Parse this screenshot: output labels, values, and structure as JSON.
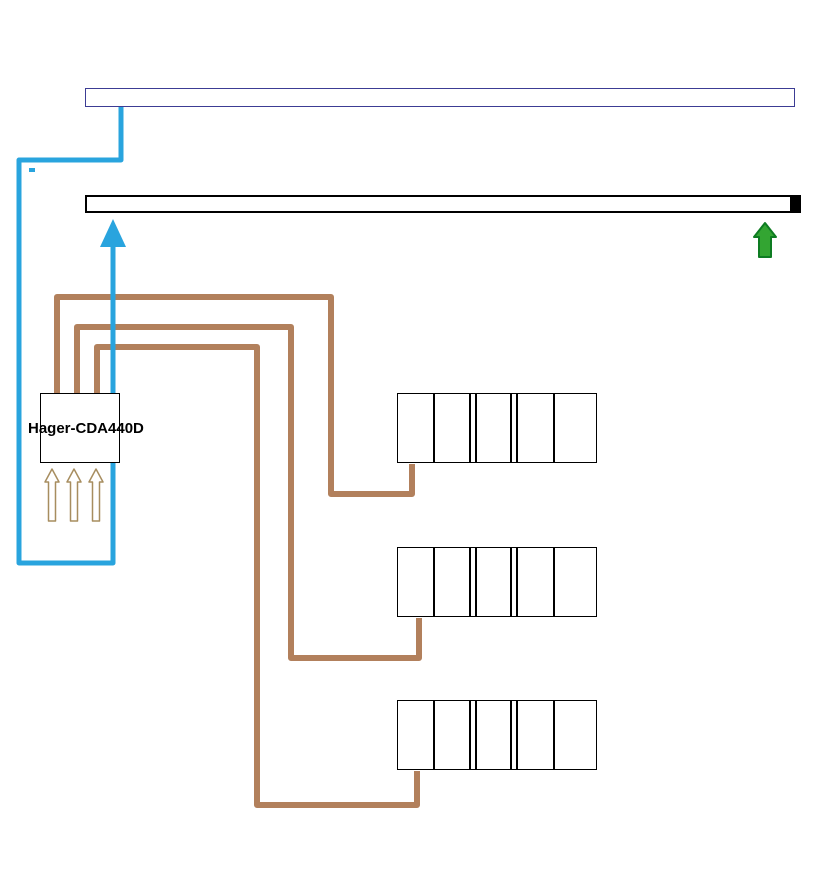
{
  "diagram": {
    "device_label": "Hager-CDA440D",
    "colors": {
      "wire_blue": "#29A4DE",
      "wire_brown": "#B2805C",
      "green_fill": "#33A532",
      "green_stroke": "#0E7C22",
      "tan_stroke": "#A78D5F",
      "bar_top_border": "#3C3C94",
      "ink": "#000000"
    },
    "icons": {
      "blue_arrow": "arrow-up",
      "green_arrow": "arrow-up",
      "phase_arrows": "arrow-up-outline"
    },
    "breaker_blocks": {
      "count": 3,
      "cells_per_block": 5
    },
    "wires": {
      "blue_wire_count": 1,
      "brown_wire_count": 3
    }
  }
}
